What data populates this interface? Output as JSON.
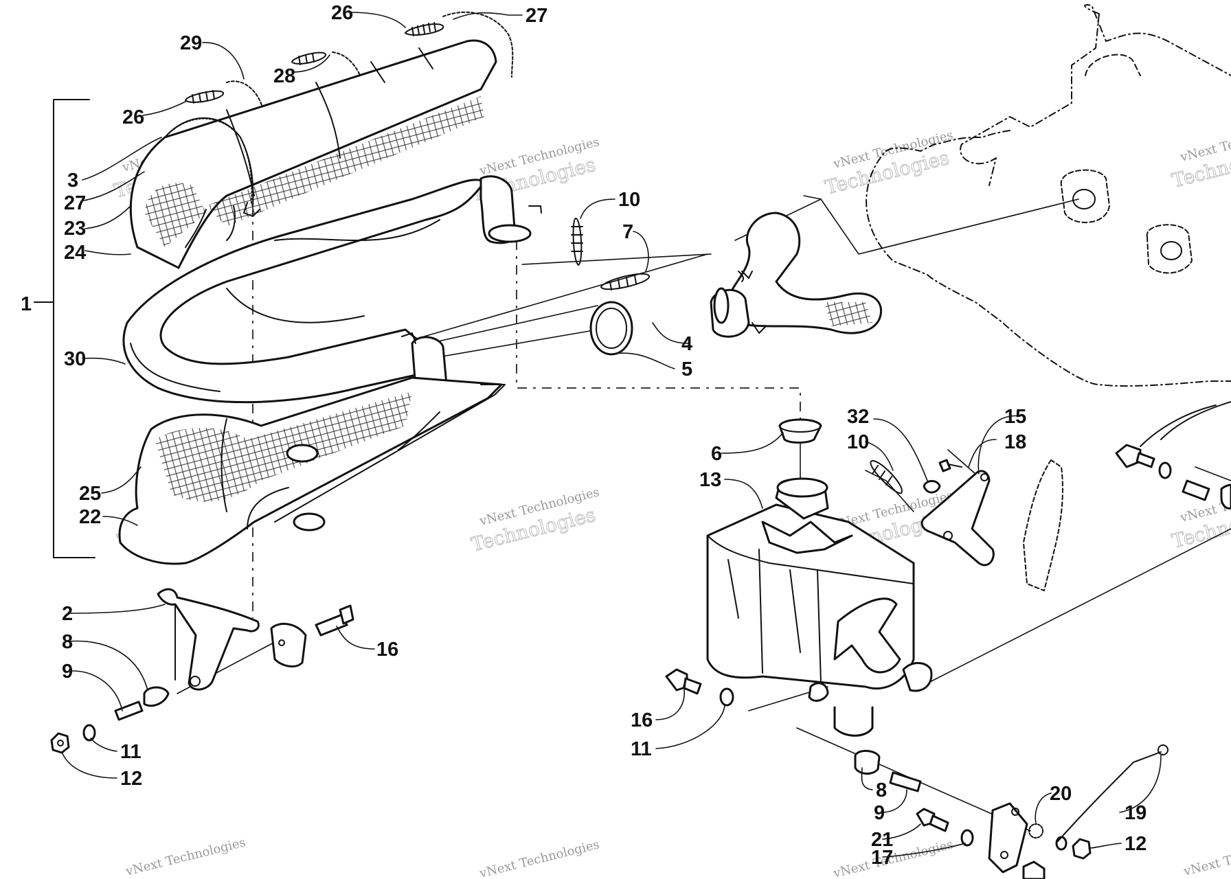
{
  "callouts": [
    {
      "id": "c1",
      "label": "1"
    },
    {
      "id": "c2",
      "label": "2"
    },
    {
      "id": "c3",
      "label": "3"
    },
    {
      "id": "c4",
      "label": "4"
    },
    {
      "id": "c5",
      "label": "5"
    },
    {
      "id": "c6",
      "label": "6"
    },
    {
      "id": "c7",
      "label": "7"
    },
    {
      "id": "c8a",
      "label": "8"
    },
    {
      "id": "c8b",
      "label": "8"
    },
    {
      "id": "c9a",
      "label": "9"
    },
    {
      "id": "c9b",
      "label": "9"
    },
    {
      "id": "c10a",
      "label": "10"
    },
    {
      "id": "c10b",
      "label": "10"
    },
    {
      "id": "c11a",
      "label": "11"
    },
    {
      "id": "c11b",
      "label": "11"
    },
    {
      "id": "c12a",
      "label": "12"
    },
    {
      "id": "c12b",
      "label": "12"
    },
    {
      "id": "c13",
      "label": "13"
    },
    {
      "id": "c15",
      "label": "15"
    },
    {
      "id": "c16a",
      "label": "16"
    },
    {
      "id": "c16b",
      "label": "16"
    },
    {
      "id": "c17",
      "label": "17"
    },
    {
      "id": "c18",
      "label": "18"
    },
    {
      "id": "c19",
      "label": "19"
    },
    {
      "id": "c20",
      "label": "20"
    },
    {
      "id": "c21",
      "label": "21"
    },
    {
      "id": "c22",
      "label": "22"
    },
    {
      "id": "c23",
      "label": "23"
    },
    {
      "id": "c24",
      "label": "24"
    },
    {
      "id": "c25",
      "label": "25"
    },
    {
      "id": "c26a",
      "label": "26"
    },
    {
      "id": "c26b",
      "label": "26"
    },
    {
      "id": "c27a",
      "label": "27"
    },
    {
      "id": "c27b",
      "label": "27"
    },
    {
      "id": "c28",
      "label": "28"
    },
    {
      "id": "c29",
      "label": "29"
    },
    {
      "id": "c30",
      "label": "30"
    },
    {
      "id": "c32",
      "label": "32"
    }
  ],
  "watermark": {
    "line1": "vNext Technologies",
    "line2": "Technologies"
  }
}
